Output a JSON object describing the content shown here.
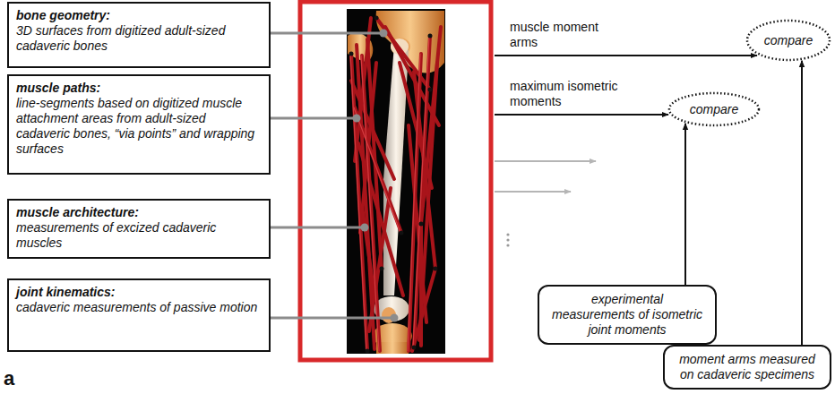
{
  "diagram": {
    "nodes": [
      {
        "text": [
          "bone geometry:",
          "3D surfaces from digitized adult-sized cadaveric bones"
        ]
      },
      {
        "text": [
          "muscle paths:",
          "line-segments based on digitized muscle attachment areas from adult-sized cadaveric bones, “via points” and wrapping surfaces"
        ]
      },
      {
        "text": [
          "muscle architecture:",
          "measurements of excized cadaveric muscles"
        ]
      },
      {
        "text": [
          "joint kinematics:",
          "cadaveric measurements of passive motion"
        ]
      },
      {
        "text": [
          "compare"
        ]
      },
      {
        "text": [
          "compare"
        ]
      },
      {
        "text": [
          "experimental measurements of isometric joint moments"
        ]
      },
      {
        "text": [
          "moment arms measured on cadaveric specimens"
        ]
      }
    ],
    "edges": [
      {
        "from": 6,
        "to": 5,
        "arrow": "to"
      },
      {
        "from": 7,
        "to": 4,
        "arrow": "to"
      }
    ],
    "labels": [
      "muscle moment arms",
      "maximum isometric moments",
      "a"
    ]
  }
}
